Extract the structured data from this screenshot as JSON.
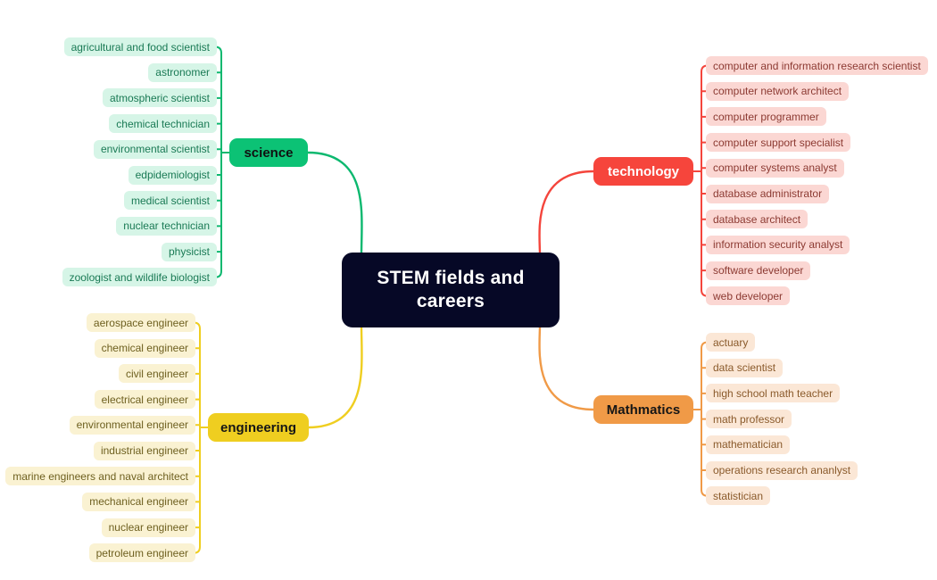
{
  "title": "STEM fields and careers mind map",
  "center": {
    "label": "STEM fields and careers",
    "bg": "#060826",
    "color": "#ffffff"
  },
  "branches": [
    {
      "id": "science",
      "label": "science",
      "side": "left",
      "node_bg": "#0CC275",
      "node_color": "#111111",
      "line_color": "#0CB86F",
      "leaf_bg": "#D6F5E7",
      "leaf_color": "#1A7A55",
      "leaves": [
        "agricultural and food scientist",
        "astronomer",
        "atmospheric scientist",
        "chemical technician",
        "environmental scientist",
        "edpidemiologist",
        "medical scientist",
        "nuclear technician",
        "physicist",
        "zoologist and wildlife biologist"
      ]
    },
    {
      "id": "technology",
      "label": "technology",
      "side": "right",
      "node_bg": "#F6453C",
      "node_color": "#ffffff",
      "line_color": "#F4453C",
      "leaf_bg": "#FBD7D3",
      "leaf_color": "#8C3A32",
      "leaves": [
        "computer and information research scientist",
        "computer network architect",
        "computer programmer",
        "computer support specialist",
        "computer systems analyst",
        "database administrator",
        "database architect",
        "information security analyst",
        "software developer",
        "web developer"
      ]
    },
    {
      "id": "engineering",
      "label": "engineering",
      "side": "left",
      "node_bg": "#EFCE20",
      "node_color": "#161616",
      "line_color": "#EFCE20",
      "leaf_bg": "#FAF2D2",
      "leaf_color": "#6E6020",
      "leaves": [
        "aerospace engineer",
        "chemical engineer",
        "civil engineer",
        "electrical engineer",
        "environmental engineer",
        "industrial engineer",
        "marine engineers and naval architect",
        "mechanical engineer",
        "nuclear engineer",
        "petroleum engineer"
      ]
    },
    {
      "id": "mathmatics",
      "label": "Mathmatics",
      "side": "right",
      "node_bg": "#F09A47",
      "node_color": "#161616",
      "line_color": "#F09A47",
      "leaf_bg": "#FBE7D6",
      "leaf_color": "#8A5A2B",
      "leaves": [
        "actuary",
        "data scientist",
        "high school math teacher",
        "math professor",
        "mathematician",
        "operations research ananlyst",
        "statistician"
      ]
    }
  ]
}
